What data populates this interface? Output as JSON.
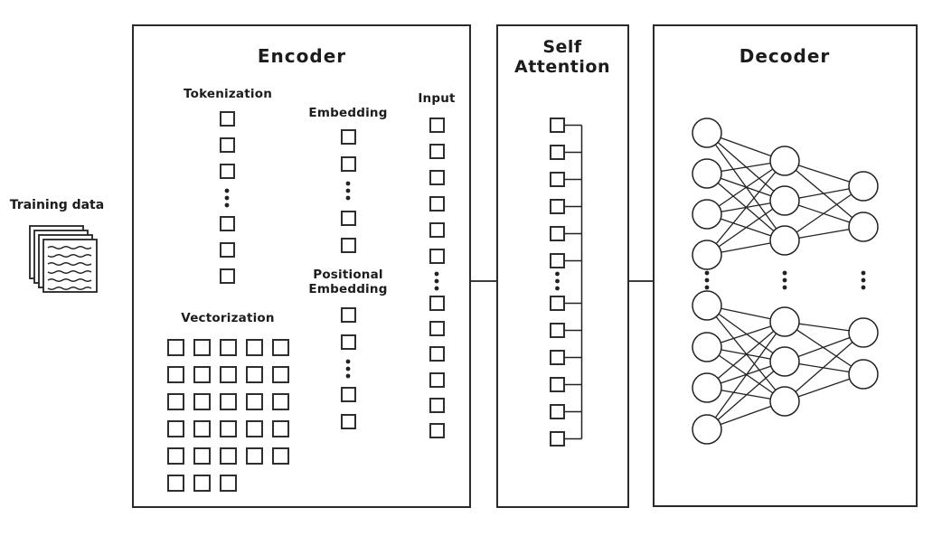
{
  "colors": {
    "ink": "#222222",
    "background": "#ffffff"
  },
  "training_data": {
    "label": "Training data",
    "icon": "document-stack-icon",
    "page_count": 4,
    "text_line_count": 6
  },
  "encoder": {
    "title": "Encoder",
    "tokenization": {
      "label": "Tokenization",
      "squares_before_ellipsis": 3,
      "squares_after_ellipsis": 3
    },
    "embedding": {
      "label": "Embedding",
      "squares_before_ellipsis": 2,
      "squares_after_ellipsis": 2
    },
    "positional_embedding": {
      "label_lines": [
        "Positional",
        "Embedding"
      ],
      "squares_before_ellipsis": 2,
      "squares_after_ellipsis": 2
    },
    "input": {
      "label": "Input",
      "squares_before_ellipsis": 6,
      "squares_after_ellipsis": 6
    },
    "vectorization": {
      "label": "Vectorization",
      "grid_row_counts": [
        5,
        5,
        5,
        5,
        5,
        3
      ]
    }
  },
  "self_attention": {
    "title_lines": [
      "Self",
      "Attention"
    ],
    "squares_before_ellipsis": 6,
    "squares_after_ellipsis": 6
  },
  "decoder": {
    "title": "Decoder",
    "networks": [
      {
        "layer_sizes": [
          4,
          3,
          2
        ]
      },
      {
        "layer_sizes": [
          4,
          3,
          2
        ]
      }
    ],
    "ellipsis_between_networks": true
  }
}
